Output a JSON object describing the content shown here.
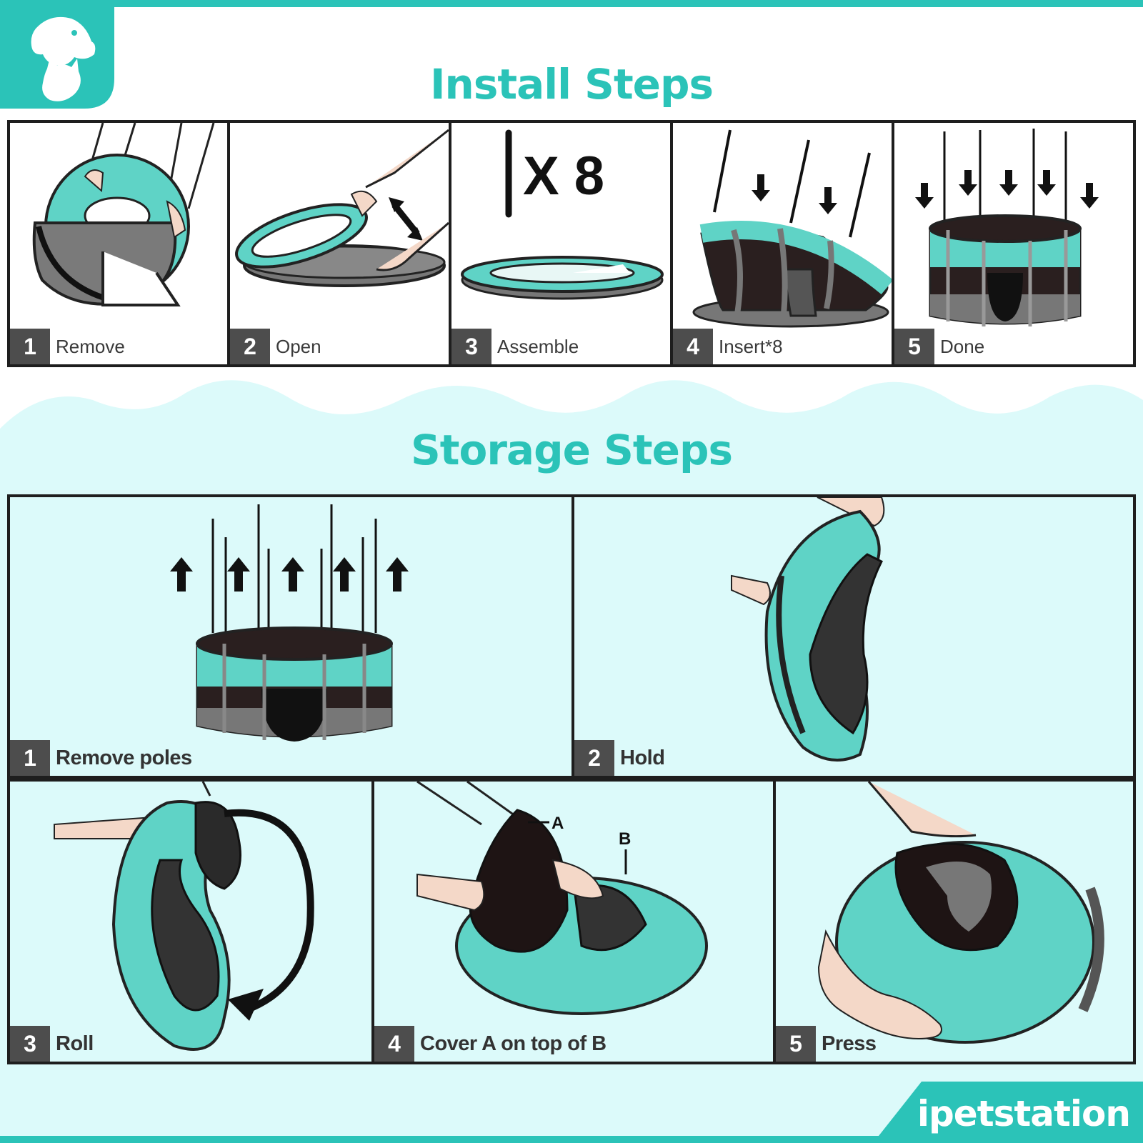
{
  "install": {
    "title": "Install Steps",
    "steps": [
      {
        "num": "1",
        "label": "Remove"
      },
      {
        "num": "2",
        "label": "Open"
      },
      {
        "num": "3",
        "label": "Assemble",
        "callout": "X 8"
      },
      {
        "num": "4",
        "label": "Insert*8"
      },
      {
        "num": "5",
        "label": "Done"
      }
    ]
  },
  "storage": {
    "title": "Storage Steps",
    "steps": [
      {
        "num": "1",
        "label": "Remove poles"
      },
      {
        "num": "2",
        "label": "Hold"
      },
      {
        "num": "3",
        "label": "Roll"
      },
      {
        "num": "4",
        "label": "Cover A on top of B",
        "marker_a": "A",
        "marker_b": "B"
      },
      {
        "num": "5",
        "label": "Press"
      }
    ]
  },
  "brand": {
    "name": "ipetstation"
  },
  "colors": {
    "teal": "#2bc3b8",
    "mint": "#5fd3c6",
    "pale_cyan": "#dcfafa",
    "dark": "#1e1e1e",
    "gray": "#777777"
  }
}
